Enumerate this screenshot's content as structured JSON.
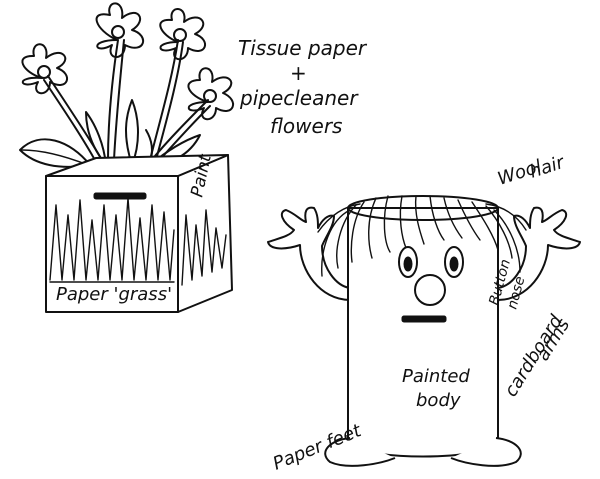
{
  "labels": {
    "tissue_paper": "Tissue paper",
    "plus": "+",
    "pipecleaner": "pipecleaner",
    "flowers": "flowers",
    "paint": "Paint",
    "paper_grass": "Paper 'grass'",
    "wool_hair": "Wool",
    "wool_hair_2": "hair",
    "button_nose": "Button",
    "button_nose_2": "nose",
    "cardboard_arms": "cardboard",
    "cardboard_arms_2": "arms",
    "painted_body": "Painted",
    "painted_body_2": "body",
    "paper_feet": "Paper feet"
  },
  "colors": {
    "ink": "#111111",
    "paper": "#ffffff"
  }
}
